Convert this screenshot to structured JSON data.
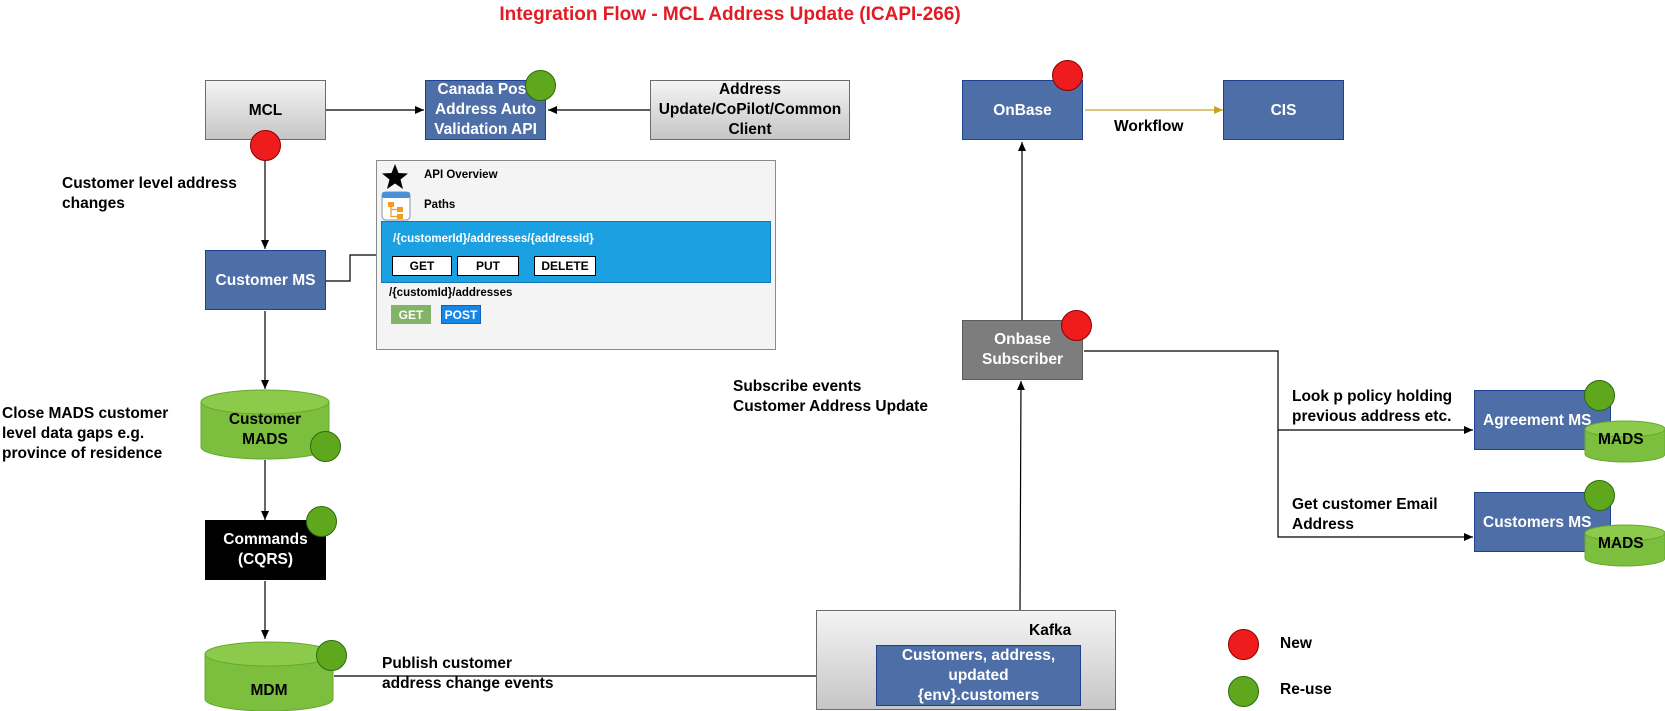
{
  "title": "Integration Flow - MCL Address Update (ICAPI-266)",
  "colors": {
    "title": "#e31b23",
    "blue_box": "#4e6ea8",
    "new": "#ee1c1c",
    "reuse": "#5fa81d",
    "api_bar": "#1ba1e2",
    "workflow_arrow": "#c9a227"
  },
  "nodes": {
    "mcl": "MCL",
    "canada_post": [
      "Canada Post",
      "Address Auto",
      "Validation API"
    ],
    "address_update": [
      "Address",
      "Update/CoPilot/Common",
      "Client"
    ],
    "customer_ms": "Customer MS",
    "customer_mads": [
      "Customer",
      "MADS"
    ],
    "commands": [
      "Commands",
      "(CQRS)"
    ],
    "mdm": "MDM",
    "onbase": "OnBase",
    "cis": "CIS",
    "onbase_subscriber": [
      "Onbase",
      "Subscriber"
    ],
    "agreement_ms": "Agreement MS",
    "customers_ms": "Customers MS",
    "mads_1": "MADS",
    "mads_2": "MADS",
    "kafka": "Kafka",
    "kafka_topic": [
      "Customers, address,",
      "updated",
      "{env}.customers"
    ]
  },
  "annotations": {
    "customer_level": [
      "Customer level address",
      "changes"
    ],
    "close_mads": [
      "Close MADS customer",
      "level data gaps e.g.",
      "province of residence"
    ],
    "publish": [
      "Publish customer",
      "address change events"
    ],
    "subscribe": [
      "Subscribe events",
      "Customer Address Update"
    ],
    "workflow": "Workflow",
    "lookup": [
      "Look p policy holding",
      "previous address etc."
    ],
    "get_email": [
      "Get customer Email",
      "Address"
    ]
  },
  "api_panel": {
    "overview": "API Overview",
    "paths": "Paths",
    "path1": "/{customerId}/addresses/{addressId}",
    "path1_methods": [
      "GET",
      "PUT",
      "DELETE"
    ],
    "path2": "/{customId}/addresses",
    "path2_methods": [
      "GET",
      "POST"
    ]
  },
  "legend": {
    "new": "New",
    "reuse": "Re-use"
  }
}
